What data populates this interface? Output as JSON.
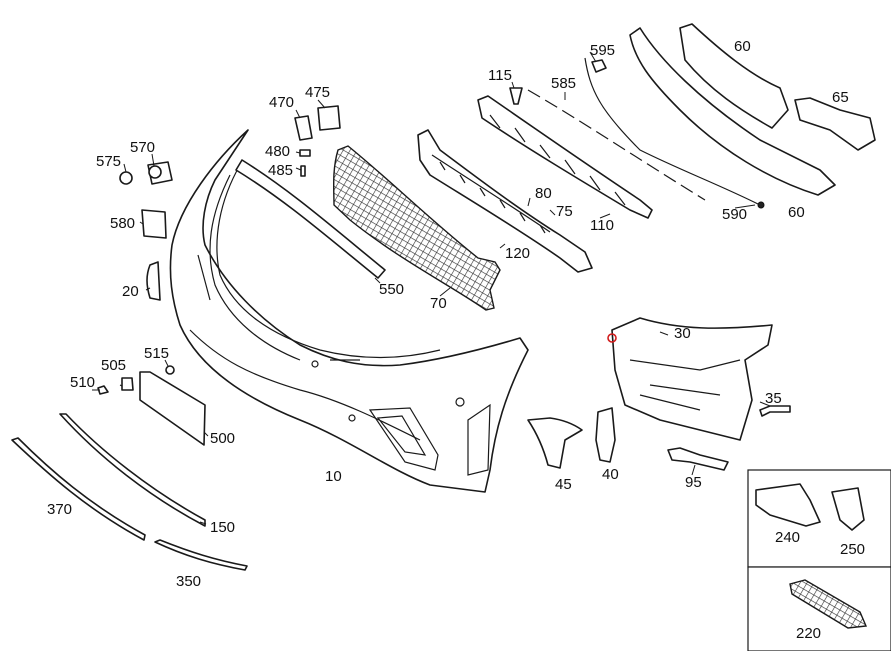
{
  "labels": {
    "p10": "10",
    "p20": "20",
    "p30": "30",
    "p35": "35",
    "p40": "40",
    "p45": "45",
    "p60a": "60",
    "p60b": "60",
    "p65": "65",
    "p70": "70",
    "p75": "75",
    "p80": "80",
    "p95": "95",
    "p110": "110",
    "p115": "115",
    "p120": "120",
    "p150": "150",
    "p220": "220",
    "p240": "240",
    "p250": "250",
    "p350": "350",
    "p370": "370",
    "p470": "470",
    "p475": "475",
    "p480": "480",
    "p485": "485",
    "p500": "500",
    "p505": "505",
    "p510": "510",
    "p515": "515",
    "p550": "550",
    "p570": "570",
    "p575": "575",
    "p580": "580",
    "p585": "585",
    "p590": "590",
    "p595": "595"
  },
  "colors": {
    "line": "#1a1a1a",
    "background": "#ffffff",
    "marker": "#d11a1a"
  }
}
